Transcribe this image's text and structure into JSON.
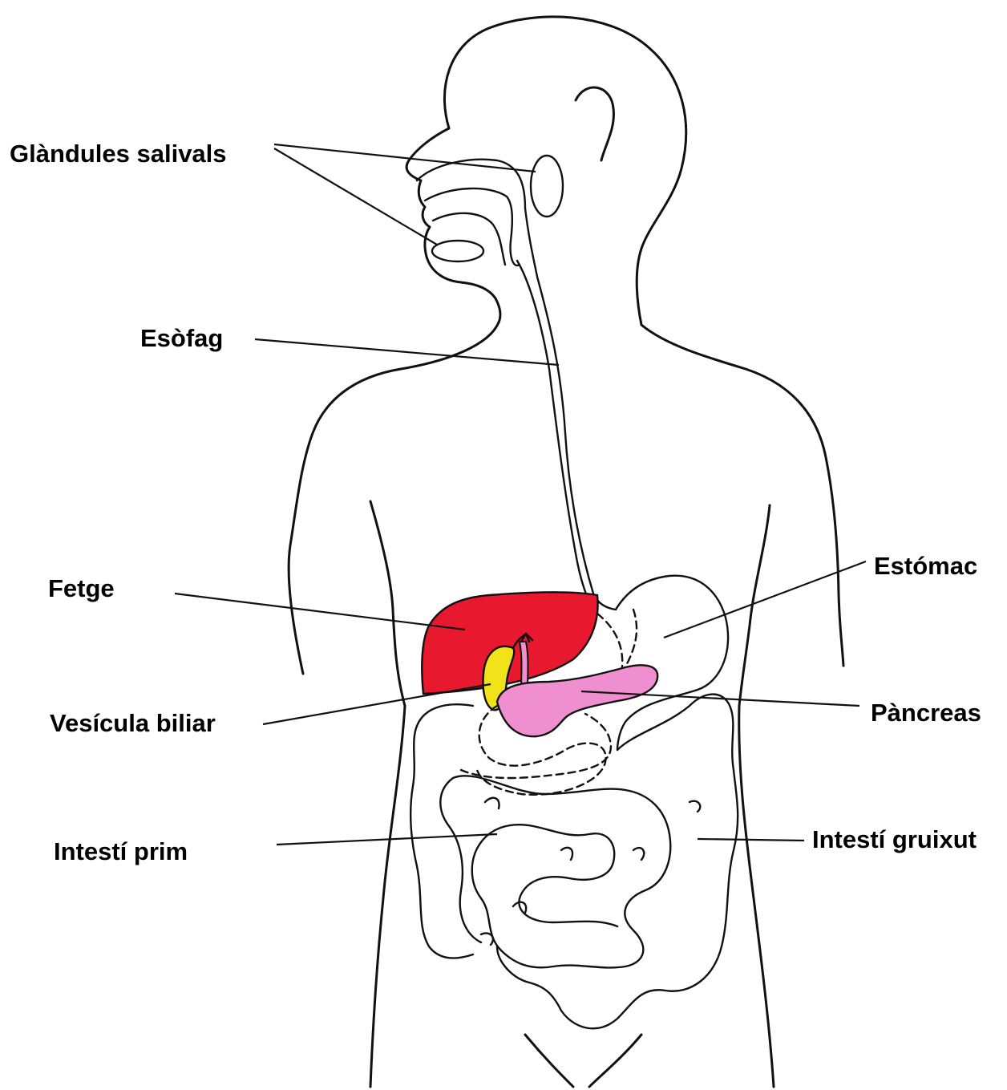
{
  "labels": {
    "salivary_glands": "Glàndules salivals",
    "esophagus": "Esòfag",
    "liver": "Fetge",
    "gallbladder": "Vesícula biliar",
    "small_intestine": "Intestí prim",
    "stomach": "Estómac",
    "pancreas": "Pàncreas",
    "large_intestine": "Intestí gruixut"
  },
  "colors": {
    "liver": "#e8182e",
    "gallbladder": "#f2e219",
    "pancreas": "#f08fcf",
    "outline": "#111111",
    "background": "#ffffff"
  }
}
